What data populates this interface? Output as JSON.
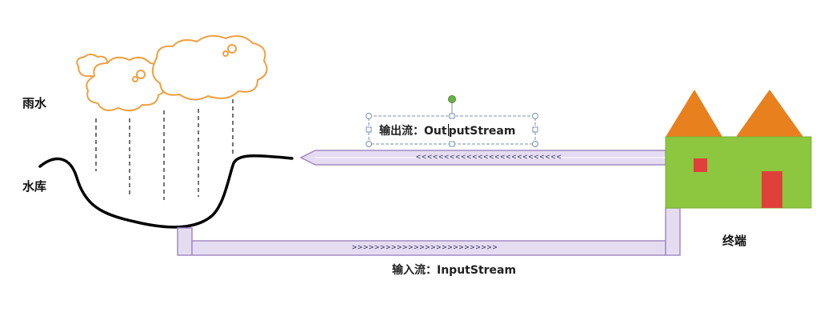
{
  "labels": {
    "rain": "雨水",
    "reservoir": "水库",
    "terminal": "终端"
  },
  "streams": {
    "output_label_before_cursor": "输出流：Out",
    "output_label_after_cursor": "putStream",
    "output_arrows": "<<<<<<<<<<<<<<<<<<<<<<<<<<",
    "input_label": "输入流：InputStream",
    "input_arrows": ">>>>>>>>>>>>>>>>>>>>>>>>>>"
  },
  "colors": {
    "cloud_stroke": "#f0a040",
    "pipe_fill": "#e6dcf2",
    "pipe_stroke": "#a08cc4",
    "roof": "#e8801e",
    "house_wall": "#8dc63f",
    "house_details": "#e0403a",
    "reservoir_outline": "#000000",
    "selection_handle_top": "#6ab04c"
  },
  "icons": [
    "cloud-icon",
    "rain-drops",
    "reservoir-basin",
    "house-icon"
  ]
}
